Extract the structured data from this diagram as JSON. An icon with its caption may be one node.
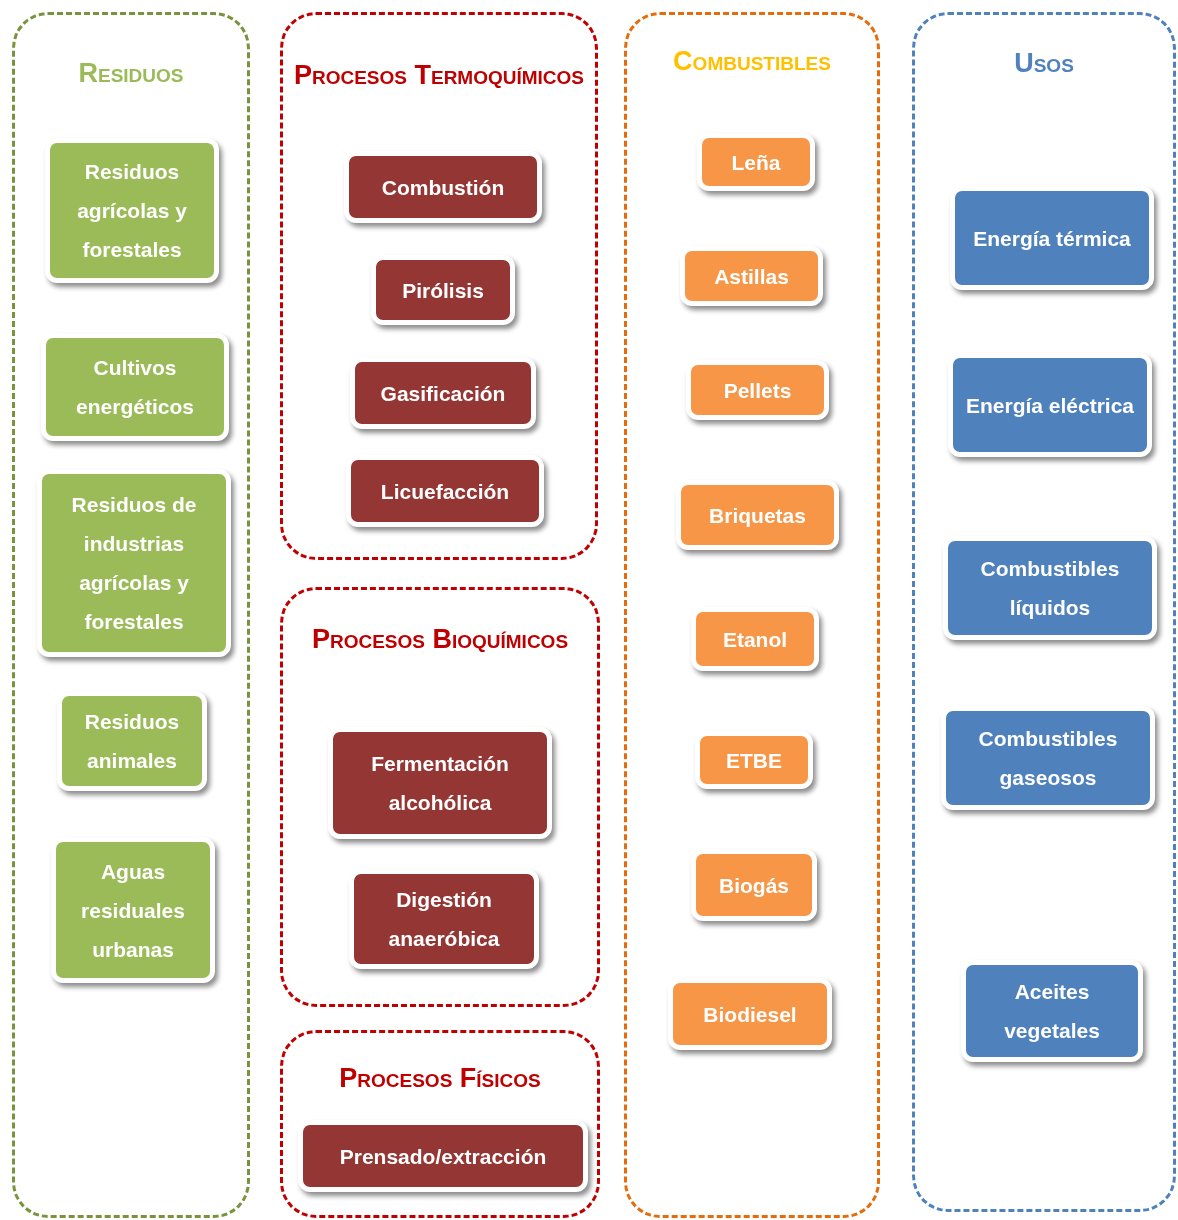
{
  "diagram": {
    "nodes": [
      {
        "text": [
          "Residuos"
        ]
      },
      {
        "text": [
          "Residuos agrícolas y forestales"
        ],
        "in": 0
      },
      {
        "text": [
          "Cultivos energéticos"
        ],
        "in": 0
      },
      {
        "text": [
          "Residuos de industrias agrícolas y forestales"
        ],
        "in": 0
      },
      {
        "text": [
          "Residuos animales"
        ],
        "in": 0
      },
      {
        "text": [
          "Aguas residuales urbanas"
        ],
        "in": 0
      },
      {
        "text": [
          "Procesos Termoquímicos"
        ]
      },
      {
        "text": [
          "Combustión"
        ],
        "in": 6
      },
      {
        "text": [
          "Pirólisis"
        ],
        "in": 6
      },
      {
        "text": [
          "Gasificación"
        ],
        "in": 6
      },
      {
        "text": [
          "Licuefacción"
        ],
        "in": 6
      },
      {
        "text": [
          "Procesos Bioquímicos"
        ]
      },
      {
        "text": [
          "Fermentación alcohólica"
        ],
        "in": 11
      },
      {
        "text": [
          "Digestión anaeróbica"
        ],
        "in": 11
      },
      {
        "text": [
          "Procesos Físicos"
        ]
      },
      {
        "text": [
          "Prensado/extracción"
        ],
        "in": 14
      },
      {
        "text": [
          "Combustibles"
        ]
      },
      {
        "text": [
          "Leña"
        ],
        "in": 16
      },
      {
        "text": [
          "Astillas"
        ],
        "in": 16
      },
      {
        "text": [
          "Pellets"
        ],
        "in": 16
      },
      {
        "text": [
          "Briquetas"
        ],
        "in": 16
      },
      {
        "text": [
          "Etanol"
        ],
        "in": 16
      },
      {
        "text": [
          "ETBE"
        ],
        "in": 16
      },
      {
        "text": [
          "Biogás"
        ],
        "in": 16
      },
      {
        "text": [
          "Biodiesel"
        ],
        "in": 16
      },
      {
        "text": [
          "Usos"
        ]
      },
      {
        "text": [
          "Energía térmica"
        ],
        "in": 25
      },
      {
        "text": [
          "Energía eléctrica"
        ],
        "in": 25
      },
      {
        "text": [
          "Combustibles líquidos"
        ],
        "in": 25
      },
      {
        "text": [
          "Combustibles gaseosos"
        ],
        "in": 25
      },
      {
        "text": [
          "Aceites vegetales"
        ],
        "in": 25
      }
    ]
  }
}
